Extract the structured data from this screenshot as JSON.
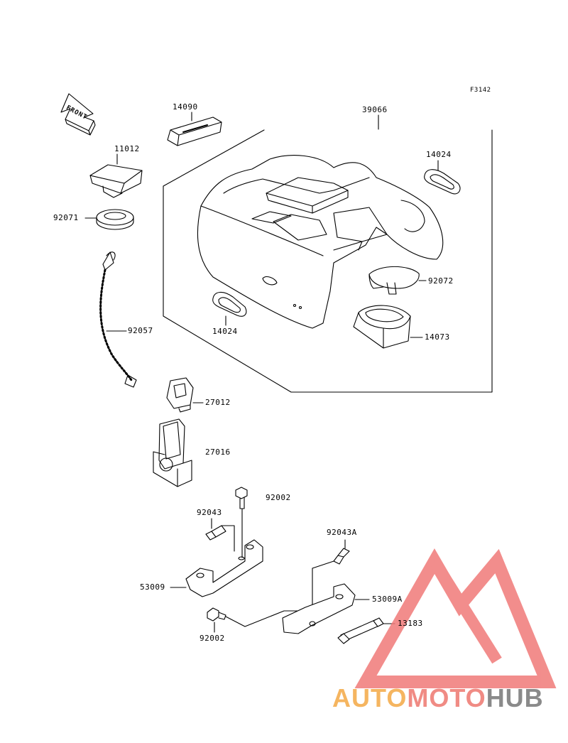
{
  "figure_code": "F3142",
  "front_label": "FRONT",
  "parts": {
    "p39066": "39066",
    "p14090": "14090",
    "p11012": "11012",
    "p14024_top": "14024",
    "p92071": "92071",
    "p92072": "92072",
    "p92057": "92057",
    "p14024_bottom": "14024",
    "p14073": "14073",
    "p27012": "27012",
    "p27016": "27016",
    "p92002_top": "92002",
    "p92043": "92043",
    "p92043A": "92043A",
    "p53009": "53009",
    "p53009A": "53009A",
    "p13183": "13183",
    "p92002_bottom": "92002"
  },
  "watermark": {
    "part1": "AUTO",
    "part2": "MOTO",
    "part3": "HUB",
    "color1": "#f5b560",
    "color2": "#f08b84",
    "color3": "#8a8a8a",
    "logo_color": "#f07a78"
  }
}
